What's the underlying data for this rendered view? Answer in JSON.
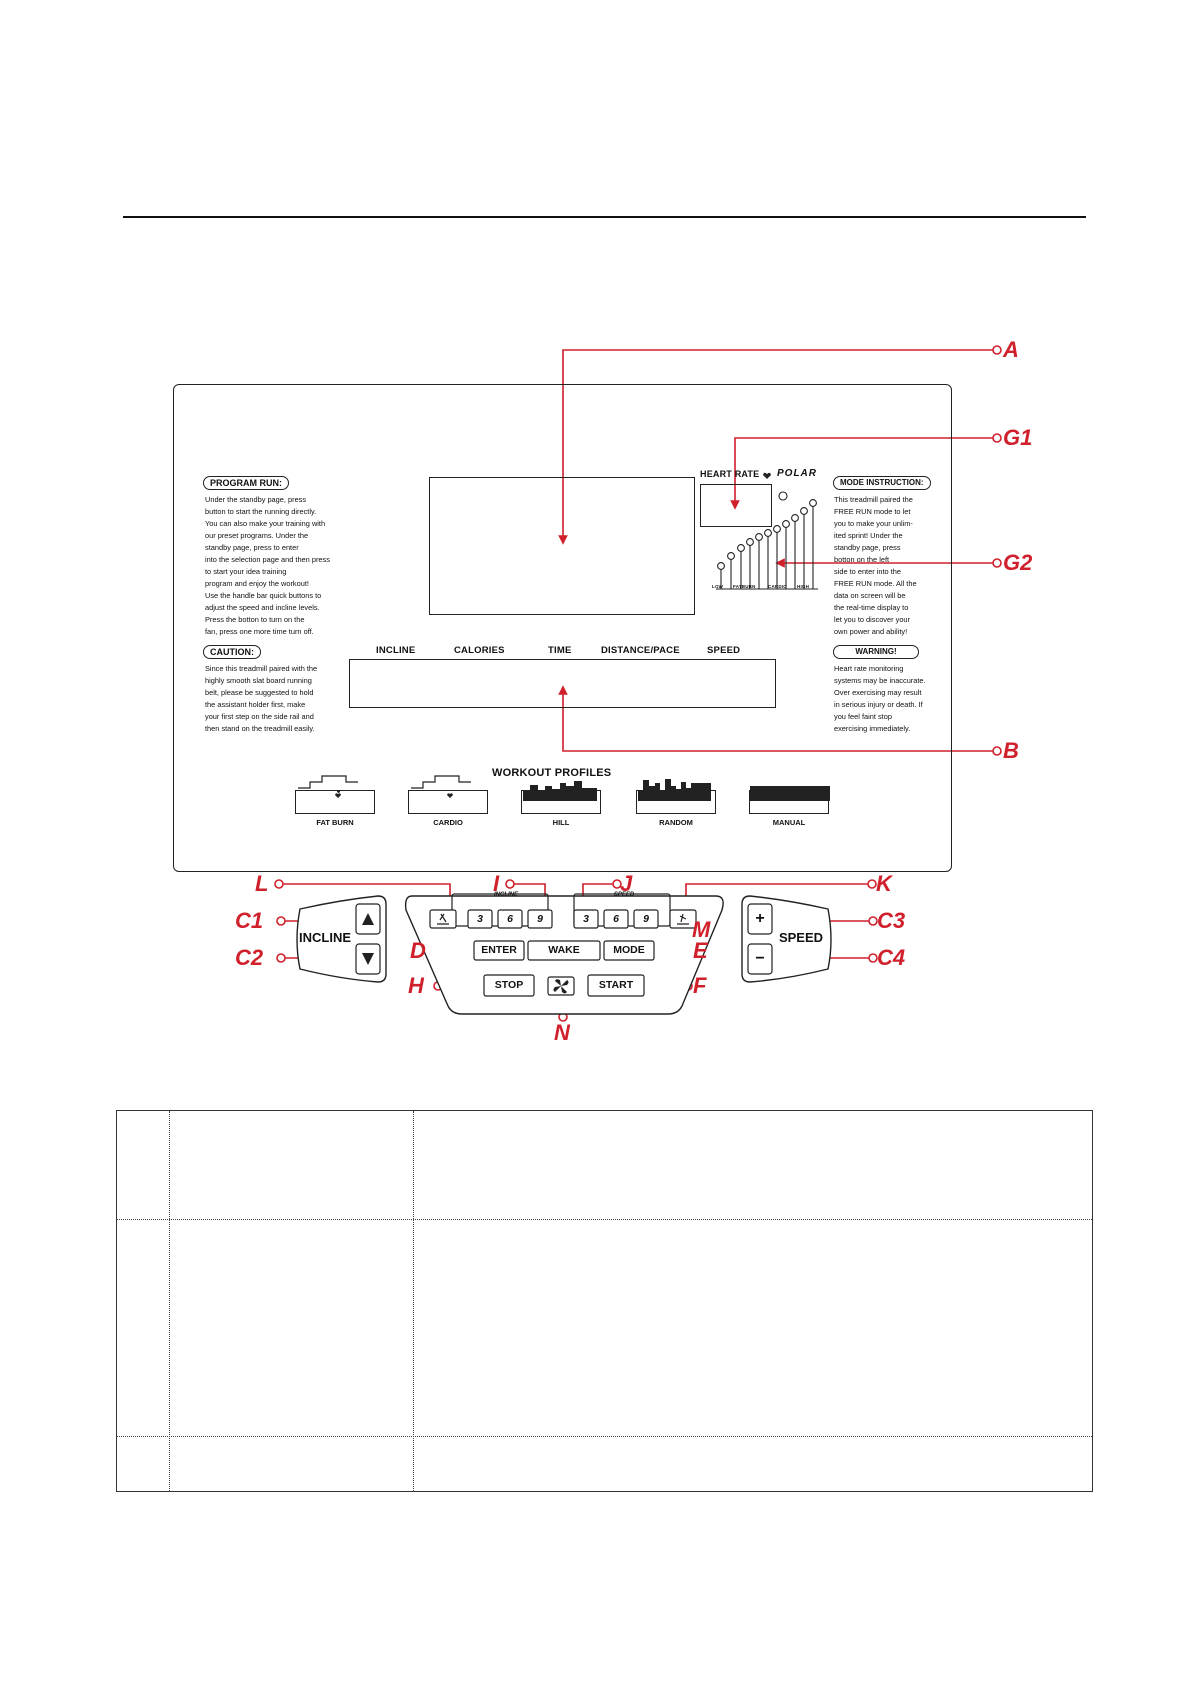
{
  "callouts": {
    "a": "A",
    "b": "B",
    "g1": "G1",
    "g2": "G2",
    "l": "L",
    "i": "I",
    "j": "J",
    "k": "K",
    "c1": "C1",
    "c2": "C2",
    "c3": "C3",
    "c4": "C4",
    "d": "D",
    "e": "E",
    "m": "M",
    "h": "H",
    "f": "F",
    "n": "N"
  },
  "display": {
    "heart_rate_label": "HEART RATE",
    "polar_logo": "POLAR",
    "zone_labels": [
      "LOW",
      "FATBURN",
      "CARDIO",
      "HIGH"
    ],
    "metrics": [
      "INCLINE",
      "CALORIES",
      "TIME",
      "DISTANCE/PACE",
      "SPEED"
    ]
  },
  "program_run": {
    "title": "PROGRAM RUN:",
    "body": "Under the standby page, press       \nbutton to start the running directly.\nYou can also make your training with\nour preset programs. Under the\nstandby page, press             to enter\ninto the selection page and then press\n            to start your idea training\nprogram and enjoy the workout!\nUse the handle bar quick buttons to\nadjust the speed and incline levels.\nPress the          botton to turn on the\nfan, press one more time turn off."
  },
  "caution": {
    "title": "CAUTION:",
    "body": "Since this treadmill paired with the\nhighly smooth slat board running\nbelt, please be suggested to hold\nthe assistant holder first, make\nyour first step on the side rail and\nthen stand on the treadmill easily."
  },
  "mode_instruction": {
    "title": "MODE INSTRUCTION:",
    "body": "This treadmill paired the\nFREE RUN mode to let\nyou to make your unlim-\nited sprint! Under the\nstandby page, press\n             botton on the left\nside to enter into the\nFREE RUN mode. All the\ndata on screen will be\nthe real-time display to\nlet you to discover your\nown power and ability!"
  },
  "warning": {
    "title": "WARNING!",
    "body": "Heart rate monitoring\nsystems may be inaccurate.\nOver exercising may result\nin serious injury or death. If\nyou feel faint stop\nexercising  immediately."
  },
  "workout_profiles": {
    "title": "WORKOUT PROFILES",
    "items": [
      "FAT BURN",
      "CARDIO",
      "HILL",
      "RANDOM",
      "MANUAL"
    ]
  },
  "keypad": {
    "incline_label": "INCLINE",
    "speed_label": "SPEED",
    "incline_group": "INCLINE",
    "speed_group": "SPEED",
    "incline_keys": [
      "3",
      "6",
      "9"
    ],
    "speed_keys": [
      "3",
      "6",
      "9"
    ],
    "enter": "ENTER",
    "wake": "WAKE",
    "mode": "MODE",
    "stop": "STOP",
    "start": "START",
    "plus": "+",
    "minus": "−"
  }
}
